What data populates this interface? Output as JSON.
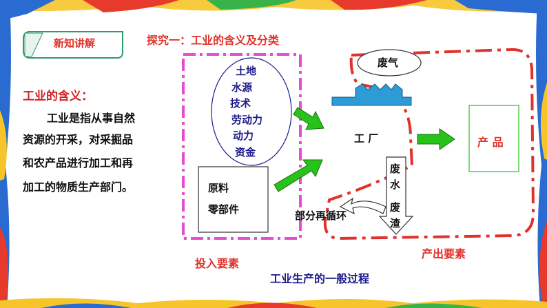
{
  "tag_label": "新知讲解",
  "title": "探究一：工业的含义及分类",
  "definition": {
    "title": "工业的含义：",
    "lines": [
      "工业是指从事自然",
      "资源的开采，对采掘品",
      "和农产品进行加工和再",
      "加工的物质生产部门。"
    ]
  },
  "inputs": {
    "factors": [
      "土地",
      "水源",
      "技术",
      "劳动力",
      "动力",
      "资金"
    ],
    "materials": [
      "原料",
      "零部件"
    ],
    "label": "投入要素"
  },
  "factory": {
    "label": "工 厂",
    "exhaust": "废气"
  },
  "waste": {
    "water": [
      "废",
      "水"
    ],
    "residue": [
      "废",
      "渣"
    ],
    "recycle": "部分再循环"
  },
  "product": {
    "label": "产 品"
  },
  "output_label": "产出要素",
  "caption": "工业生产的一般过程",
  "colors": {
    "red": "#e0322b",
    "pink_dash": "#e64bd1",
    "navy": "#1b1a8a",
    "green": "#27c21a",
    "blue_factory": "#2d9bd6",
    "tag_green": "#2f9a6b"
  }
}
